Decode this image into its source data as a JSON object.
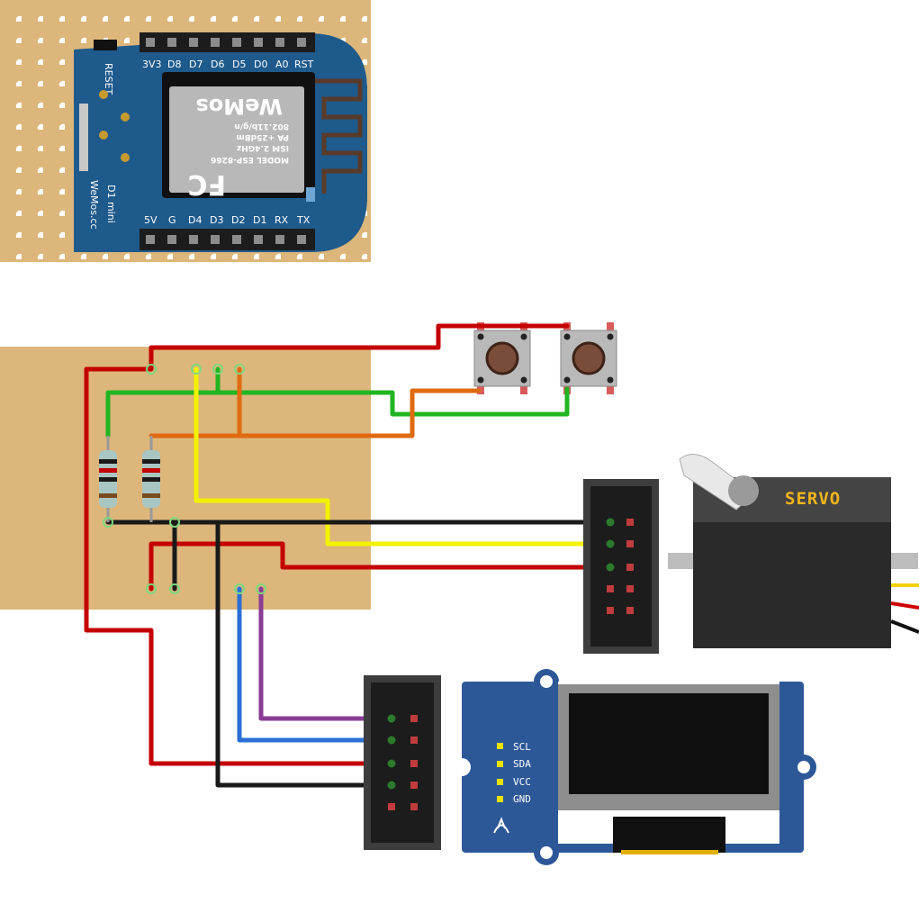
{
  "wemos": {
    "top_pins": [
      "3V3",
      "D8",
      "D7",
      "D6",
      "D5",
      "D0",
      "A0",
      "RST"
    ],
    "bottom_pins": [
      "5V",
      "G",
      "D4",
      "D3",
      "D2",
      "D1",
      "RX",
      "TX"
    ],
    "reset_label": "RESET",
    "board_name": "D1 mini",
    "brand": "WeMos.cc",
    "chip_lines": [
      "MODEL  ESP-8266",
      "ISM 2.4GHz",
      "PA +25dBm",
      "802.11b/g/n"
    ],
    "chip_brand": "WeMos",
    "chip_fcc": "FC"
  },
  "servo": {
    "label": "SERVO"
  },
  "oled": {
    "pins": [
      "SCL",
      "SDA",
      "VCC",
      "GND"
    ]
  },
  "colors": {
    "perfboard": "#dcb67a",
    "board_blue": "#1e5a8c",
    "wire_red": "#c40000",
    "wire_green": "#22b522",
    "wire_yellow": "#f2f200",
    "wire_orange": "#e06a10",
    "wire_black": "#1a1a1a",
    "wire_blue": "#2a6fd6",
    "wire_purple": "#8a3c96",
    "oled_blue": "#2d5898",
    "servo_body": "#2a2a2a"
  }
}
